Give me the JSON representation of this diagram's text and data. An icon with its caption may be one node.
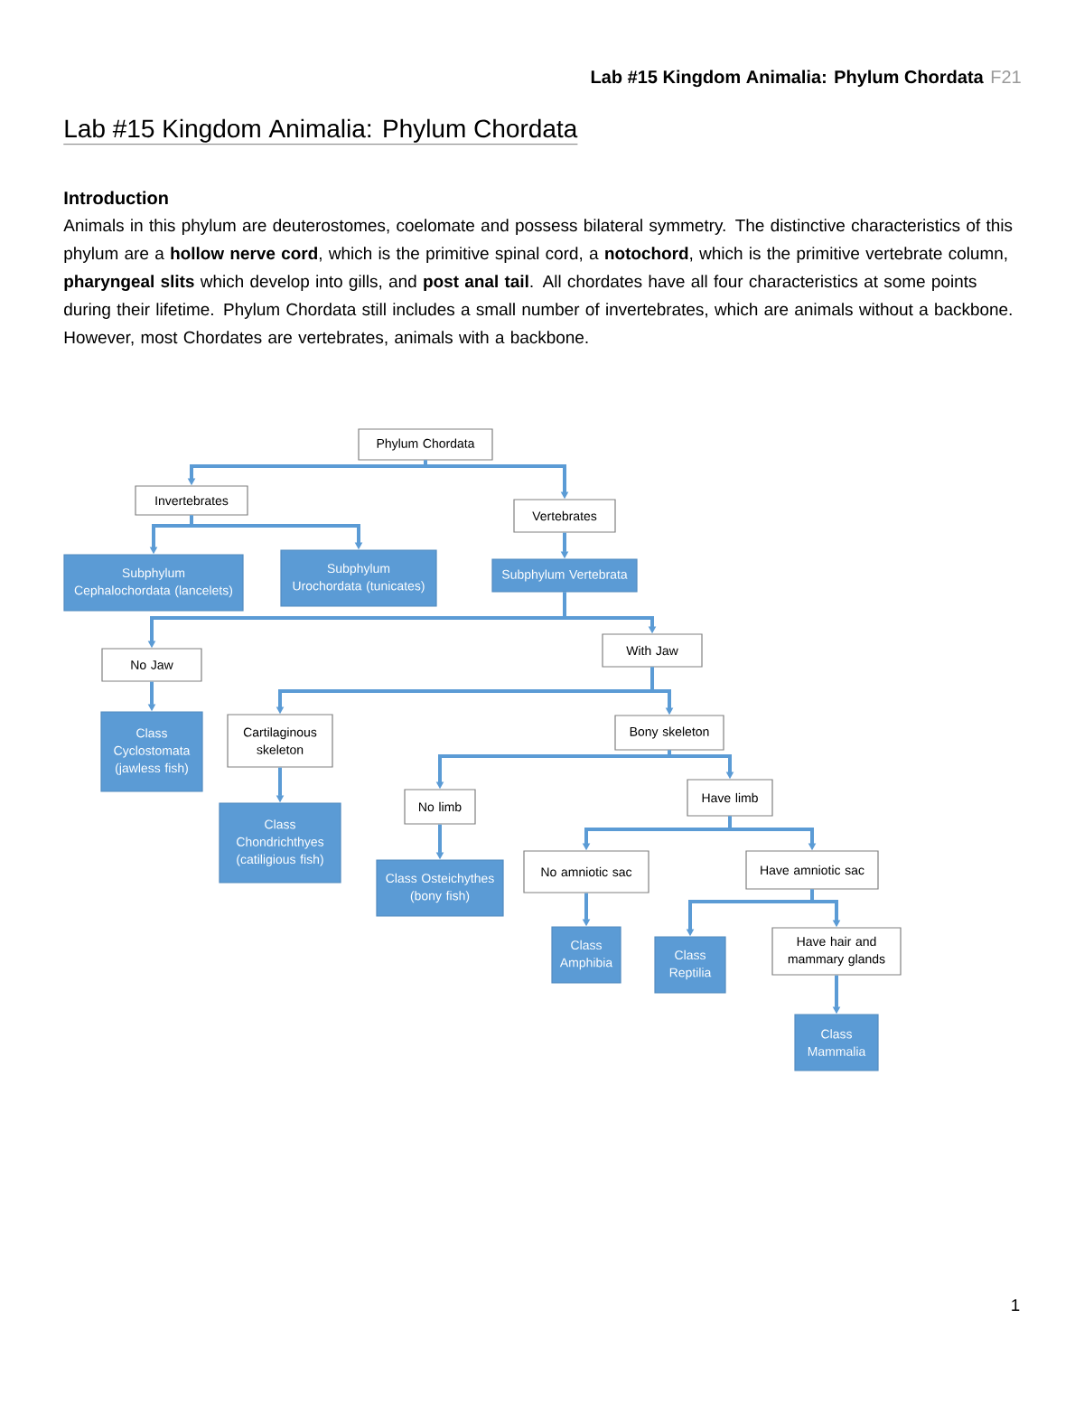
{
  "diagram": {
    "title": "Lab #15 Kingdom Animalia: Phylum Chordata",
    "nodes": [
      {
        "text": [
          "Phylum Chordata"
        ]
      },
      {
        "text": [
          "Invertebrates"
        ]
      },
      {
        "text": [
          "Vertebrates"
        ]
      },
      {
        "text": [
          "Subphylum Cephalochordata (lancelets)"
        ]
      },
      {
        "text": [
          "Subphylum Urochordata (tunicates)"
        ]
      },
      {
        "text": [
          "Subphylum Vertebrata"
        ]
      },
      {
        "text": [
          "No Jaw"
        ]
      },
      {
        "text": [
          "With Jaw"
        ]
      },
      {
        "text": [
          "Class Cyclostomata (jawless fish)"
        ]
      },
      {
        "text": [
          "Cartilaginous skeleton"
        ]
      },
      {
        "text": [
          "Bony skeleton"
        ]
      },
      {
        "text": [
          "Class Chondrichthyes (catiligious fish)"
        ]
      },
      {
        "text": [
          "No limb"
        ]
      },
      {
        "text": [
          "Have limb"
        ]
      },
      {
        "text": [
          "Class Osteichythes (bony fish)"
        ]
      },
      {
        "text": [
          "No amniotic sac"
        ]
      },
      {
        "text": [
          "Have amniotic sac"
        ]
      },
      {
        "text": [
          "Class Amphibia"
        ]
      },
      {
        "text": [
          "Class Reptilia"
        ]
      },
      {
        "text": [
          "Have hair and mammary glands"
        ]
      },
      {
        "text": [
          "Class Mammalia"
        ]
      }
    ],
    "edges": [
      {
        "from": 0,
        "to": 1,
        "arrow": "to"
      },
      {
        "from": 0,
        "to": 2,
        "arrow": "to"
      },
      {
        "from": 1,
        "to": 3,
        "arrow": "to"
      },
      {
        "from": 1,
        "to": 4,
        "arrow": "to"
      },
      {
        "from": 2,
        "to": 5,
        "arrow": "to"
      },
      {
        "from": 5,
        "to": 6,
        "arrow": "to"
      },
      {
        "from": 5,
        "to": 7,
        "arrow": "to"
      },
      {
        "from": 6,
        "to": 8,
        "arrow": "to"
      },
      {
        "from": 7,
        "to": 9,
        "arrow": "to"
      },
      {
        "from": 7,
        "to": 10,
        "arrow": "to"
      },
      {
        "from": 9,
        "to": 11,
        "arrow": "to"
      },
      {
        "from": 10,
        "to": 12,
        "arrow": "to"
      },
      {
        "from": 10,
        "to": 13,
        "arrow": "to"
      },
      {
        "from": 12,
        "to": 14,
        "arrow": "to"
      },
      {
        "from": 13,
        "to": 15,
        "arrow": "to"
      },
      {
        "from": 13,
        "to": 16,
        "arrow": "to"
      },
      {
        "from": 15,
        "to": 17,
        "arrow": "to"
      },
      {
        "from": 16,
        "to": 18,
        "arrow": "to"
      },
      {
        "from": 16,
        "to": 19,
        "arrow": "to"
      },
      {
        "from": 19,
        "to": 20,
        "arrow": "to"
      }
    ],
    "labels": [
      "Lab #15 Kingdom Animalia: Phylum Chordata",
      "F21",
      "Introduction",
      "Animals in this phylum are deuterostomes, coelomate and possess bilateral symmetry. The distinctive characteristics of this phylum are a **hollow nerve cord**, which is the primitive spinal cord, a **notochord**, which is the primitive vertebrate column, **pharyngeal slits** which develop into gills, and **post anal tail**. All chordates have all four characteristics at some points during their lifetime. Phylum Chordata still includes a small number of invertebrates, which are animals without a backbone. However, most Chordates are vertebrates, animals with a backbone.",
      "1"
    ]
  }
}
